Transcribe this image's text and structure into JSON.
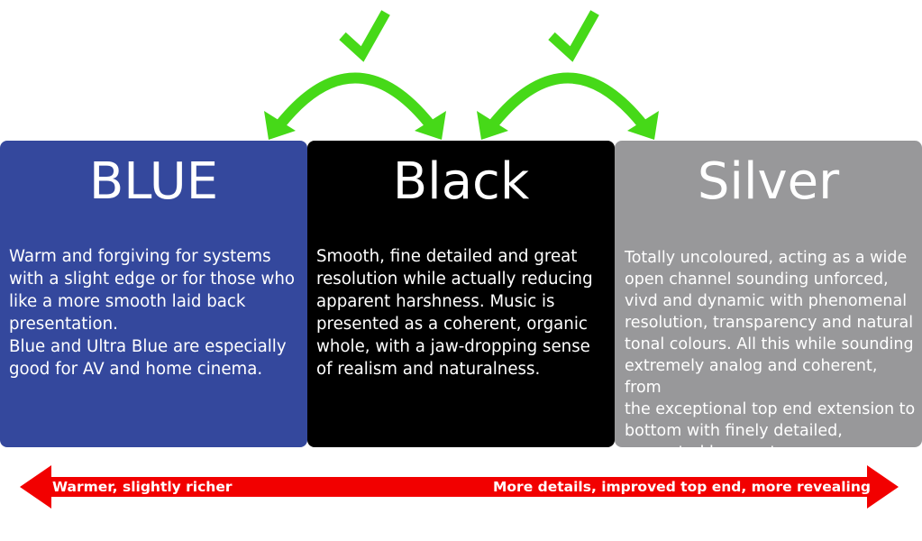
{
  "colors": {
    "blue": "#34489d",
    "black": "#000000",
    "silver": "#98989a",
    "green": "#46d918",
    "red": "#f20000"
  },
  "cards": [
    {
      "title": "BLUE",
      "color": "#34489d",
      "text": "Warm and forgiving for systems\nwith a slight edge or for those who\nlike a more smooth laid back\npresentation.\nBlue and Ultra Blue are especially\ngood for AV and home cinema."
    },
    {
      "title": "Black",
      "color": "#000000",
      "text": "Smooth, fine detailed and great\nresolution while actually reducing\napparent harshness. Music is\npresented as a coherent, organic\nwhole, with a jaw-dropping sense\nof realism and naturalness."
    },
    {
      "title": "Silver",
      "color": "#98989a",
      "text": "Totally uncoloured, acting as a wide\nopen channel sounding unforced,\nvivd and dynamic with phenomenal\nresolution, transparency and natural\ntonal colours. All this while sounding\nextremely analog and coherent, from\nthe exceptional top end extension to\nbottom with finely detailed,\nseperated bass notes."
    }
  ],
  "scale": {
    "left_label": "Warmer, slightly richer",
    "right_label": "More details, improved top end, more revealing"
  },
  "icons": [
    "check-icon",
    "swap-arrow-icon",
    "check-icon",
    "swap-arrow-icon"
  ]
}
